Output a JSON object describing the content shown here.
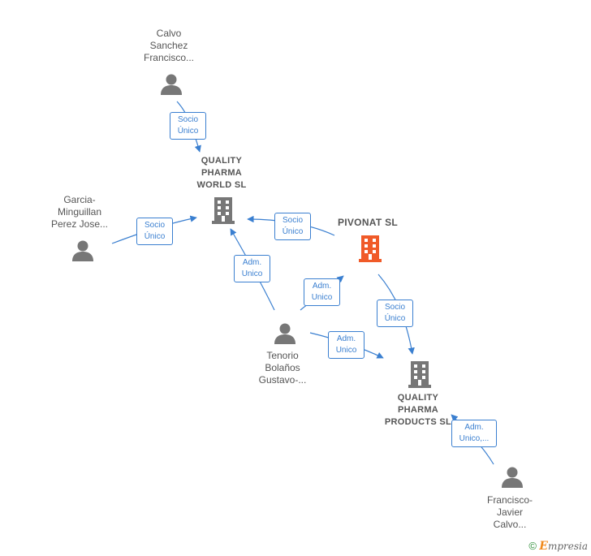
{
  "nodes": {
    "calvo_sanchez": {
      "lines": [
        "Calvo",
        "Sanchez",
        "Francisco..."
      ]
    },
    "garcia_minguillan": {
      "lines": [
        "Garcia-",
        "Minguillan",
        "Perez Jose..."
      ]
    },
    "tenorio": {
      "lines": [
        "Tenorio",
        "Bolaños",
        "Gustavo-..."
      ]
    },
    "francisco_javier": {
      "lines": [
        "Francisco-",
        "Javier",
        "Calvo..."
      ]
    },
    "quality_pharma_world": {
      "lines": [
        "QUALITY",
        "PHARMA",
        "WORLD  SL"
      ]
    },
    "pivonat": {
      "lines": [
        "PIVONAT  SL"
      ]
    },
    "quality_pharma_products": {
      "lines": [
        "QUALITY",
        "PHARMA",
        "PRODUCTS  SL"
      ]
    }
  },
  "edges": [
    {
      "id": "e1",
      "lines": [
        "Socio",
        "Único"
      ]
    },
    {
      "id": "e2",
      "lines": [
        "Socio",
        "Único"
      ]
    },
    {
      "id": "e3",
      "lines": [
        "Socio",
        "Único"
      ]
    },
    {
      "id": "e4",
      "lines": [
        "Adm.",
        "Unico"
      ]
    },
    {
      "id": "e5",
      "lines": [
        "Adm.",
        "Unico"
      ]
    },
    {
      "id": "e6",
      "lines": [
        "Socio",
        "Único"
      ]
    },
    {
      "id": "e7",
      "lines": [
        "Adm.",
        "Unico"
      ]
    },
    {
      "id": "e8",
      "lines": [
        "Adm.",
        "Unico,..."
      ]
    }
  ],
  "colors": {
    "edge": "#3a7fd0",
    "person": "#777777",
    "company": "#777777",
    "highlight_company": "#f05a28"
  },
  "footer": {
    "copyright": "©",
    "brand_first": "E",
    "brand_rest": "mpresia"
  }
}
